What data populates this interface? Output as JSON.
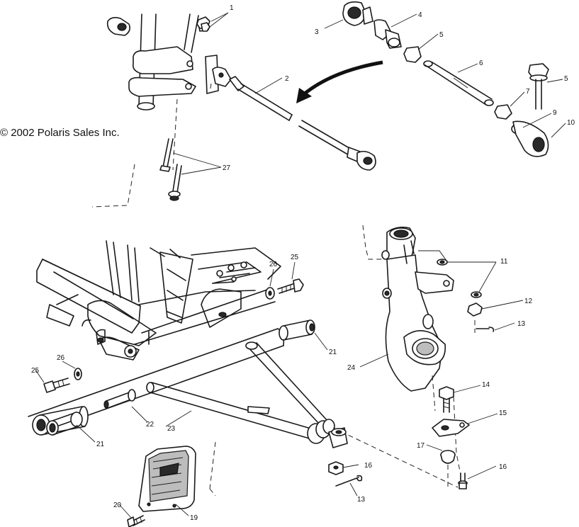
{
  "copyright": "© 2002 Polaris Sales Inc.",
  "callouts": {
    "c1": "1",
    "c2": "2",
    "c3": "3",
    "c4": "4",
    "c5a": "5",
    "c5b": "5",
    "c6": "6",
    "c7": "7",
    "c9": "9",
    "c10": "10",
    "c11": "11",
    "c12": "12",
    "c13a": "13",
    "c13b": "13",
    "c14": "14",
    "c15": "15",
    "c16a": "16",
    "c16b": "16",
    "c17": "17",
    "c19": "19",
    "c20": "20",
    "c21a": "21",
    "c21b": "21",
    "c22": "22",
    "c23": "23",
    "c24": "24",
    "c25a": "25",
    "c25b": "25",
    "c26a": "26",
    "c26b": "26",
    "c27": "27"
  }
}
